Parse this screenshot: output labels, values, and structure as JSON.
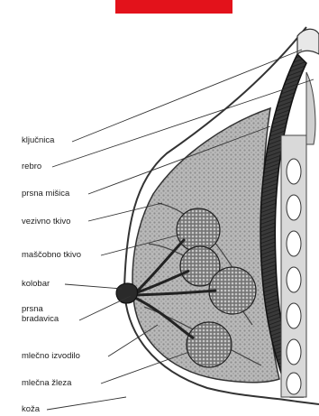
{
  "header_bar_color": "#e3121b",
  "labels": {
    "clavicle": "ključnica",
    "rib": "rebro",
    "pectoral_muscle": "prsna mišica",
    "connective_tissue": "vezivno tkivo",
    "fat_tissue": "maščobno tkivo",
    "areola": "kolobar",
    "nipple_line1": "prsna",
    "nipple_line2": "bradavica",
    "milk_duct": "mlečno izvodilo",
    "mammary_gland": "mlečna žleza",
    "skin": "koža"
  }
}
